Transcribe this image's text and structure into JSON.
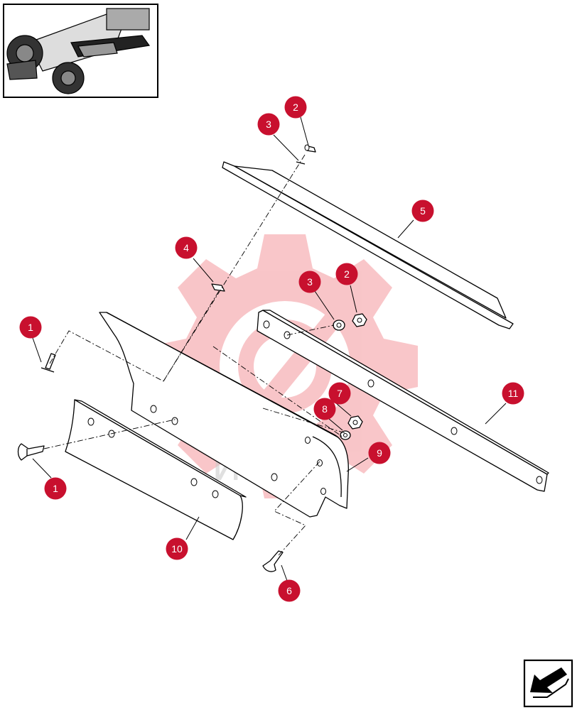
{
  "diagram": {
    "watermark_text": "ИНТЕХ",
    "accent_color": "#c8102e",
    "callouts": [
      {
        "id": "c-2-top",
        "label": "2"
      },
      {
        "id": "c-3-top",
        "label": "3"
      },
      {
        "id": "c-5",
        "label": "5"
      },
      {
        "id": "c-4",
        "label": "4"
      },
      {
        "id": "c-3-mid",
        "label": "3"
      },
      {
        "id": "c-2-mid",
        "label": "2"
      },
      {
        "id": "c-1-top",
        "label": "1"
      },
      {
        "id": "c-11",
        "label": "11"
      },
      {
        "id": "c-7",
        "label": "7"
      },
      {
        "id": "c-8",
        "label": "8"
      },
      {
        "id": "c-9",
        "label": "9"
      },
      {
        "id": "c-1-bottom",
        "label": "1"
      },
      {
        "id": "c-10",
        "label": "10"
      },
      {
        "id": "c-6",
        "label": "6"
      }
    ],
    "icons": {
      "thumbnail": "motor-grader-thumbnail",
      "navigation": "next-page-arrow-icon"
    }
  }
}
